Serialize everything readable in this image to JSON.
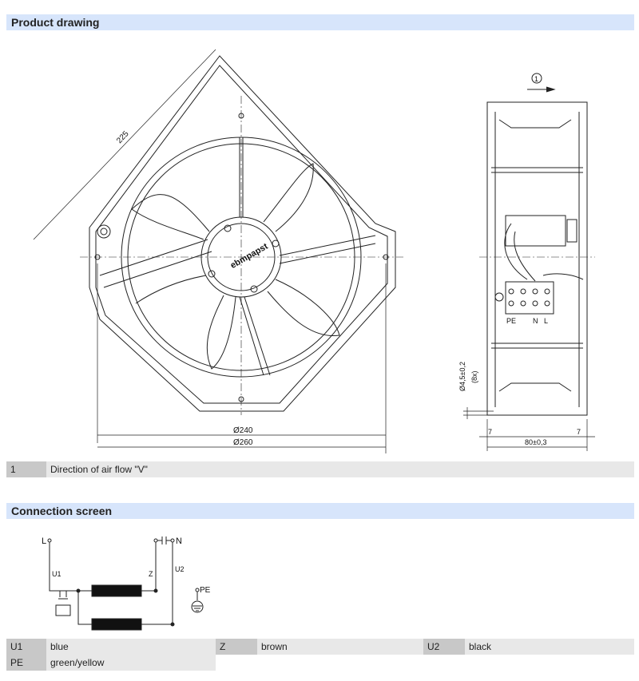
{
  "product_drawing": {
    "title": "Product drawing",
    "dims": {
      "diag": "225",
      "d240": "Ø240",
      "d260": "Ø260",
      "hole": "Ø4,5±0,2",
      "hole_count": "(8x)",
      "flange_left": "7",
      "flange_right": "7",
      "depth": "80±0,3"
    },
    "callout": "1",
    "brand": "ebmpapst",
    "terminals": [
      "PE",
      "N",
      "L"
    ],
    "legend": [
      {
        "key": "1",
        "value": "Direction of air flow \"V\""
      }
    ]
  },
  "connection_screen": {
    "title": "Connection screen",
    "labels": {
      "L": "L",
      "N": "N",
      "U1": "U1",
      "U2": "U2",
      "Z": "Z",
      "PE": "PE"
    },
    "table": [
      [
        {
          "key": "U1",
          "value": "blue"
        },
        {
          "key": "Z",
          "value": "brown"
        },
        {
          "key": "U2",
          "value": "black"
        }
      ],
      [
        {
          "key": "PE",
          "value": "green/yellow"
        }
      ]
    ]
  }
}
